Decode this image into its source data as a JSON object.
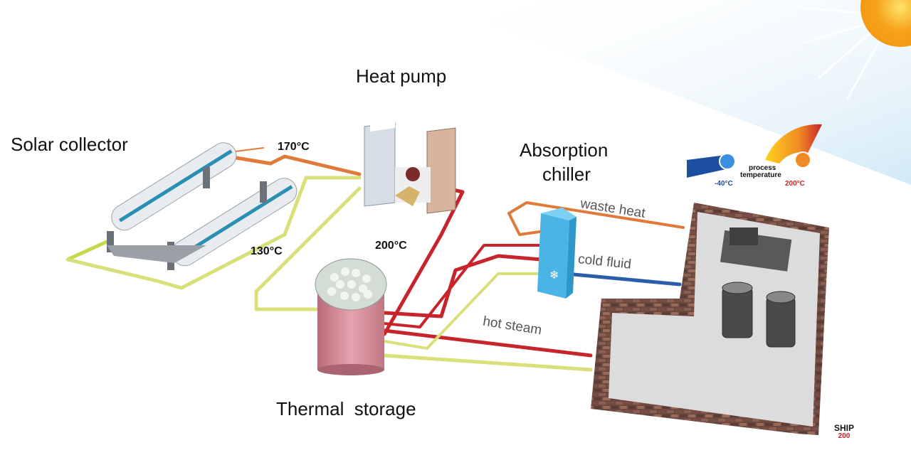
{
  "labels": {
    "solar_collector": "Solar collector",
    "heat_pump": "Heat pump",
    "absorption_chiller_line1": "Absorption",
    "absorption_chiller_line2": "chiller",
    "thermal_storage": "Thermal  storage"
  },
  "temperatures": {
    "t170": "170°C",
    "t130": "130°C",
    "t200": "200°C"
  },
  "flows": {
    "waste_heat": "waste heat",
    "cold_fluid": "cold fluid",
    "hot_steam": "hot steam"
  },
  "legend": {
    "process_temperature_line1": "process",
    "process_temperature_line2": "temperature",
    "min": "-40°C",
    "max": "200°C"
  },
  "logo": {
    "line1": "SHIP",
    "line2": "200"
  },
  "colors": {
    "hot": "#c8242b",
    "warm": "#e07a3a",
    "return": "#c8d84a",
    "cold": "#2a5ea8",
    "brick": "#6e4a42",
    "sun": "#f7a21b"
  }
}
